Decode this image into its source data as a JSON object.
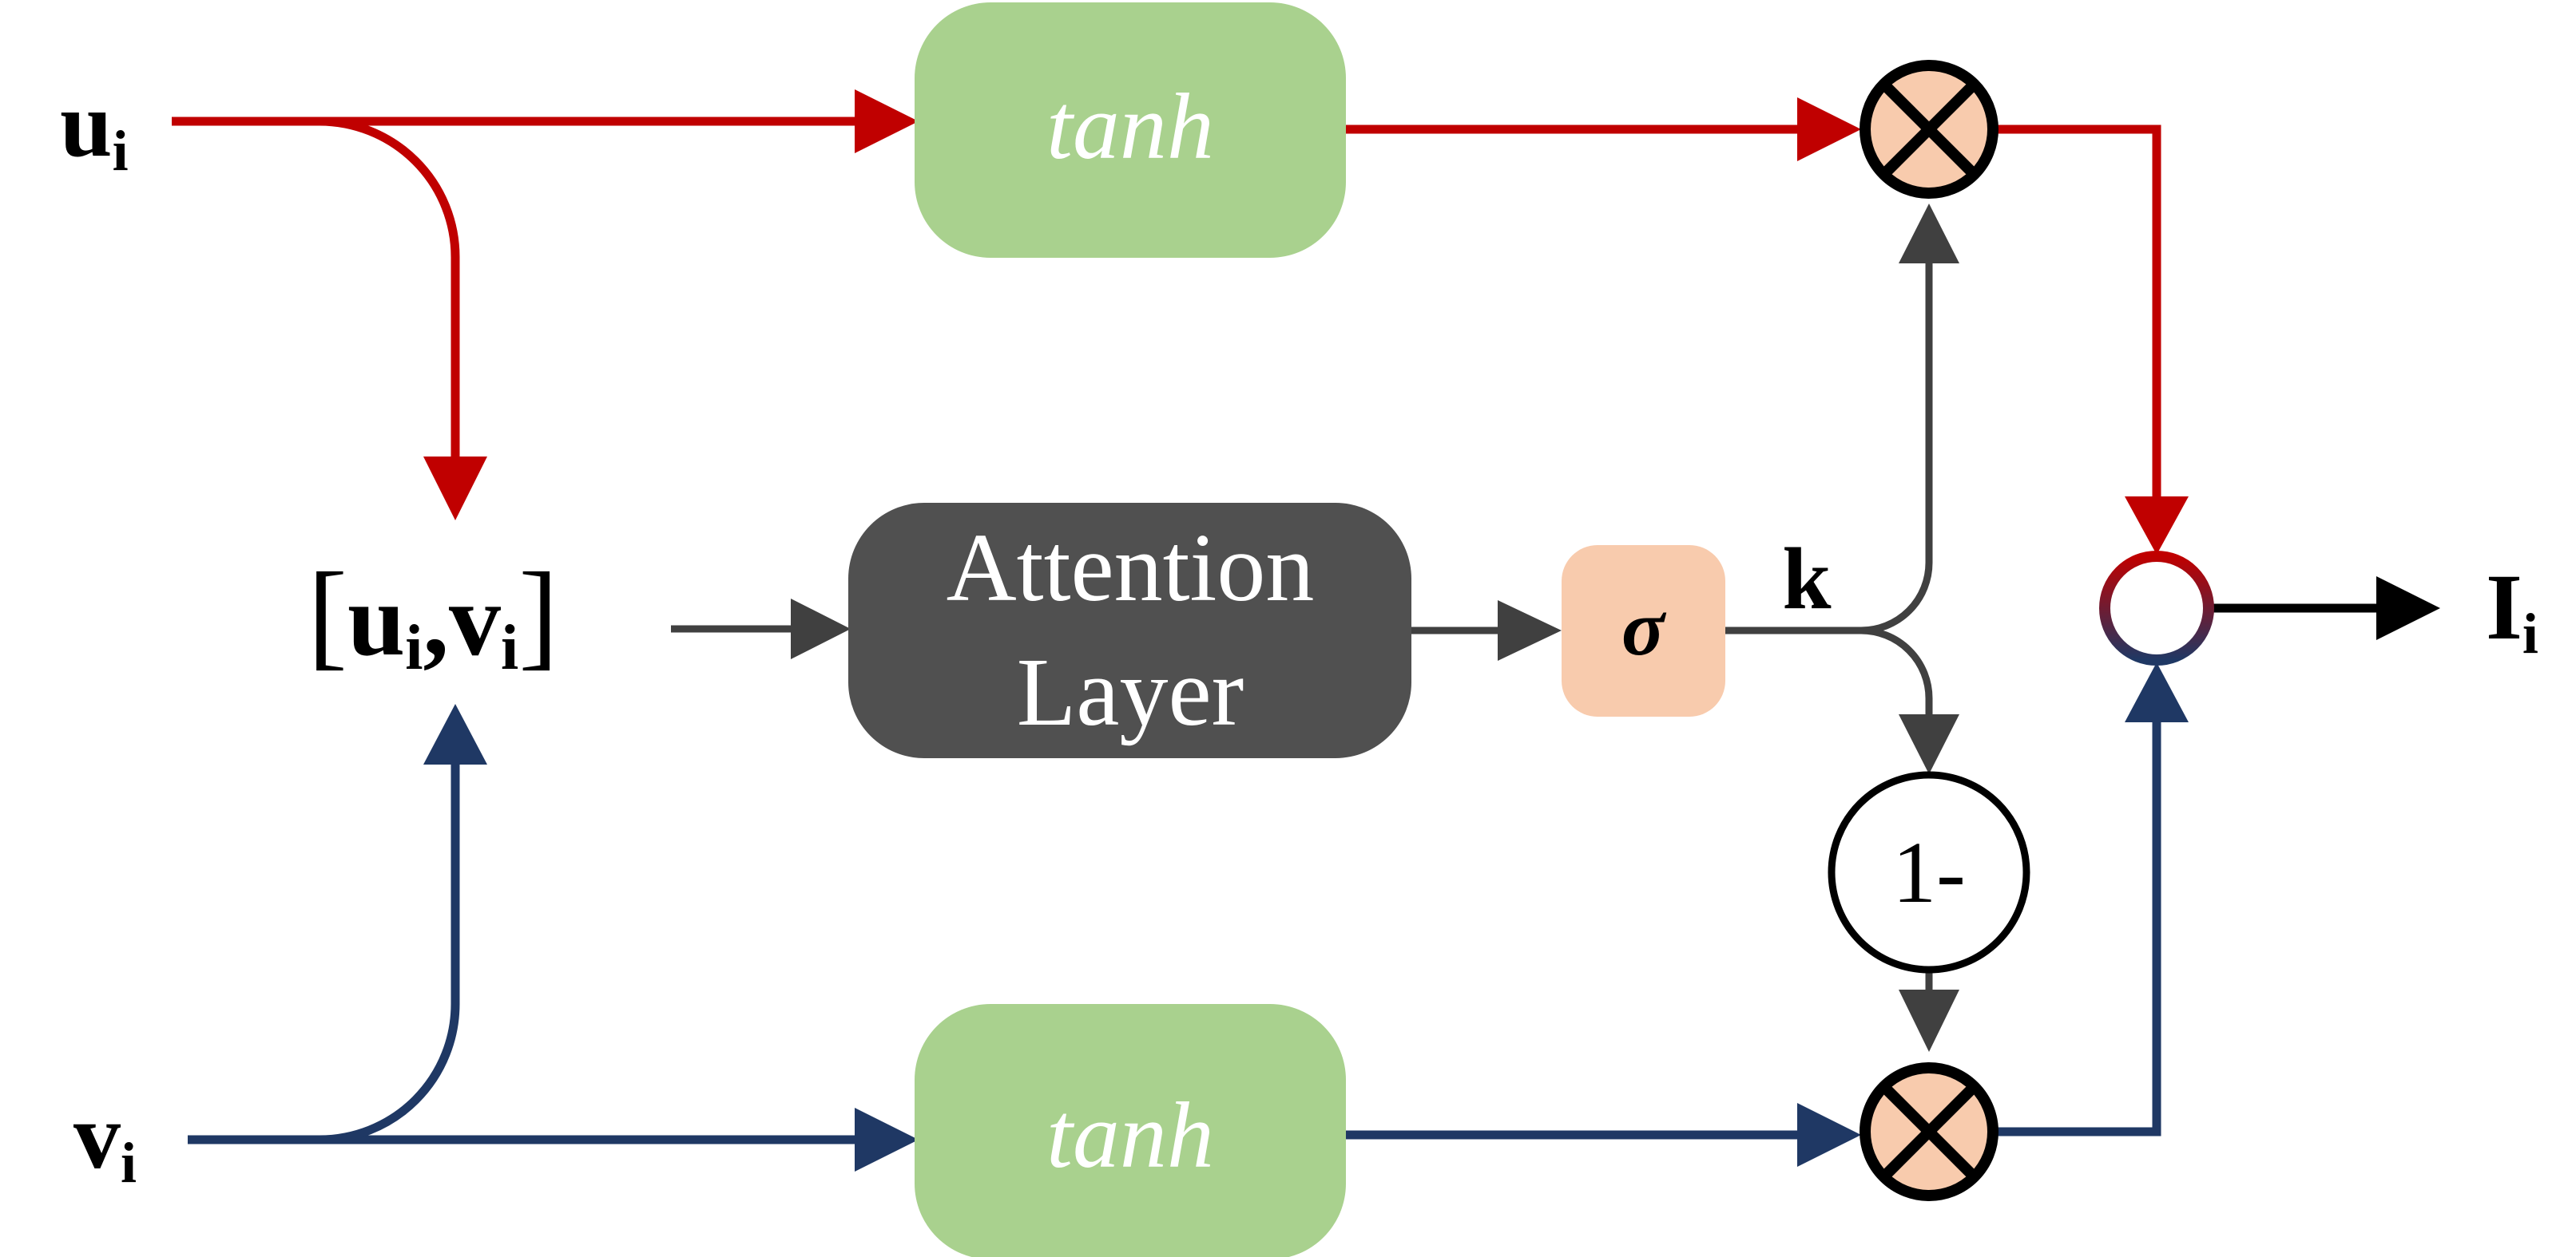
{
  "inputs": {
    "u": {
      "symbol": "u",
      "subscript": "i"
    },
    "v": {
      "symbol": "v",
      "subscript": "i"
    }
  },
  "concat": {
    "open": "[",
    "u": "u",
    "u_sub": "i",
    "comma": ",",
    "v": "v",
    "v_sub": "i",
    "close": "]"
  },
  "blocks": {
    "tanh_top": "tanh",
    "tanh_bottom": "tanh",
    "attention_line1": "Attention",
    "attention_line2": "Layer",
    "sigma": "σ",
    "one_minus": "1-"
  },
  "labels": {
    "k": "k",
    "output": {
      "symbol": "I",
      "subscript": "i"
    }
  },
  "colors": {
    "u_path": "#c00000",
    "v_path": "#1f3864",
    "gate_path": "#404040",
    "tanh_fill": "#a9d18e",
    "attention_fill": "#505050",
    "sigma_fill": "#f8cbad",
    "multiply_fill": "#f8cbad"
  }
}
